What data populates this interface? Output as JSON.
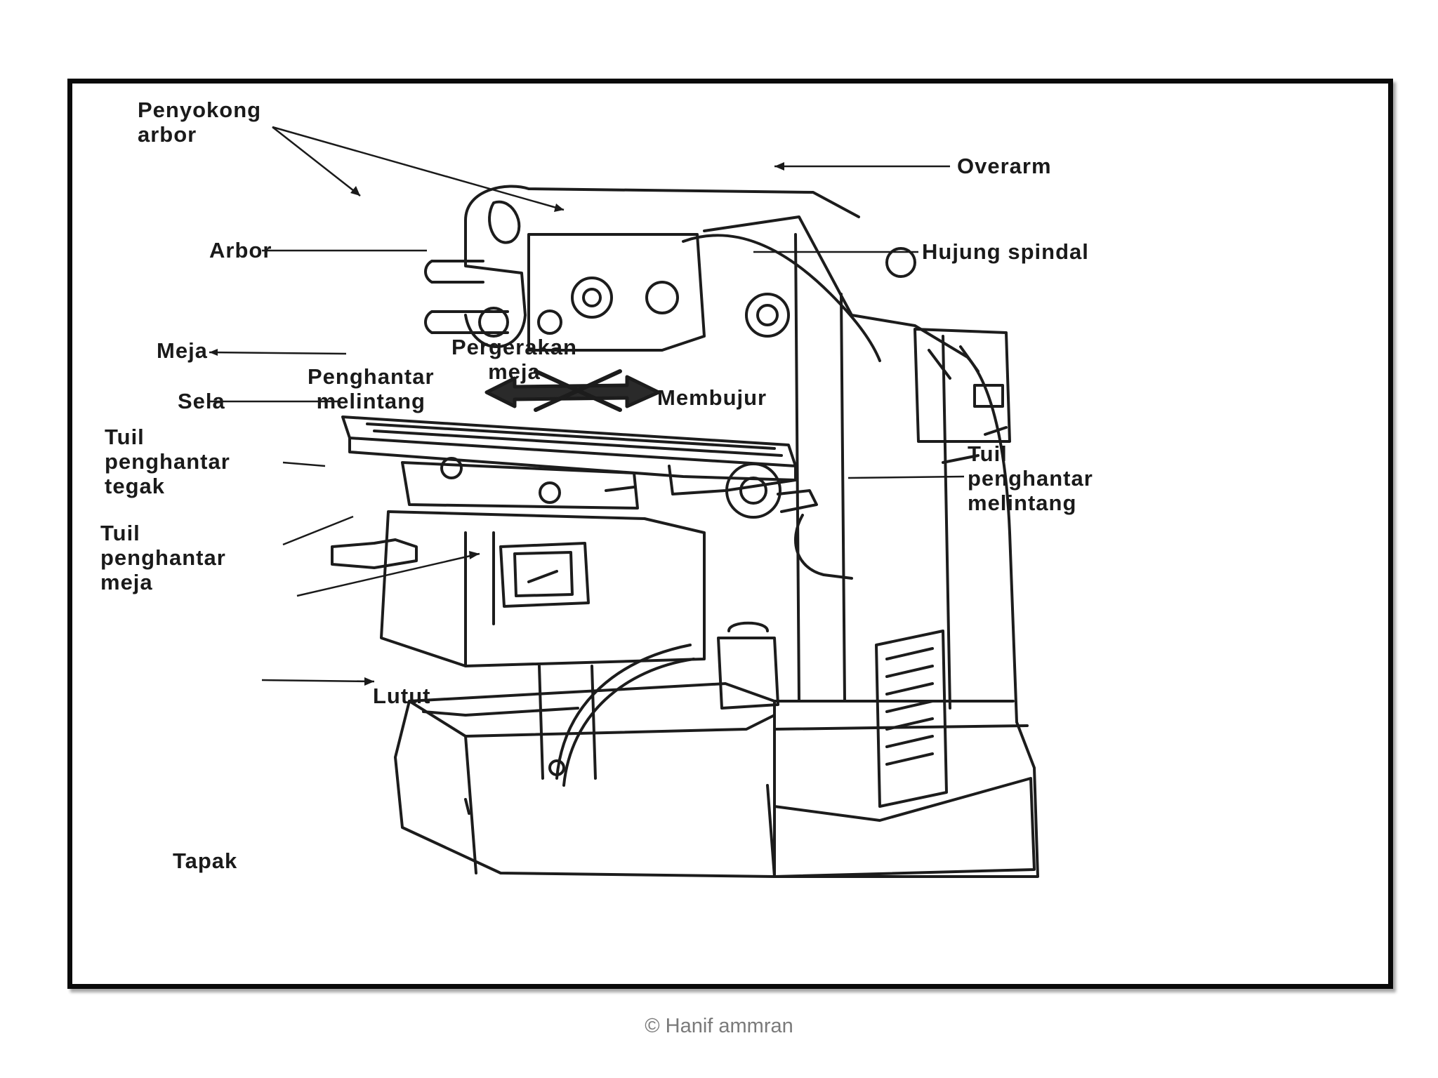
{
  "diagram": {
    "labels": {
      "penyokong_arbor": "Penyokong\narbor",
      "arbor": "Arbor",
      "overarm": "Overarm",
      "hujung_spindal": "Hujung spindal",
      "pergerakan_meja": "Pergerakan\nmeja",
      "penghantar_melintang": "Penghantar\nmelintang",
      "membujur": "Membujur",
      "meja": "Meja",
      "sela": "Sela",
      "tuil_penghantar_tegak": "Tuil\npenghantar\ntegak",
      "tuil_penghantar_meja": "Tuil\npenghantar\nmeja",
      "lutut": "Lutut",
      "tapak": "Tapak",
      "tuil_penghantar_melintang": "Tuil\npenghantar\nmelintang"
    }
  },
  "footer": {
    "credit": "© Hanif ammran"
  }
}
